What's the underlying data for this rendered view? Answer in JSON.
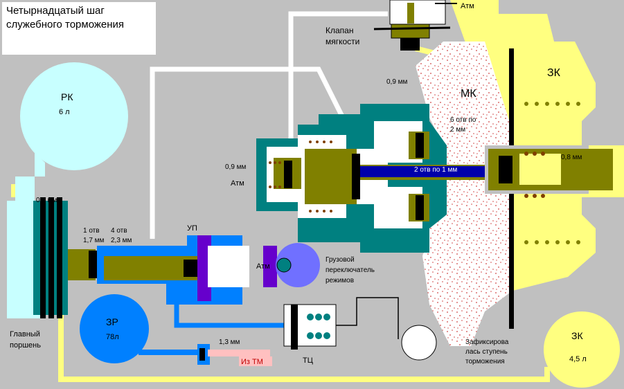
{
  "title": [
    "Четырнадцатый шаг",
    "служебного торможения"
  ],
  "colors": {
    "background": "#c0c0c0",
    "zk_chamber": "#ffff80",
    "mk_chamber": "#ffffff",
    "mk_speckle": "#d04040",
    "body": "#008080",
    "rod": "#808000",
    "supply": "#0080ff",
    "up_dark": "#6600cc",
    "rk": "#c8ffff",
    "tm_pipe": "#ffc0c0"
  },
  "labels": {
    "rk": "РК",
    "rk_volume": "6 л",
    "zr": "ЗР",
    "zr_volume": "78л",
    "zk_top": "ЗК",
    "zk_bottom": "ЗК",
    "zk_volume": "4,5 л",
    "mk": "МК",
    "up": "УП",
    "tc": "ТЦ",
    "main_piston": [
      "Главный",
      "поршень"
    ],
    "soft_valve": [
      "Клапан",
      "мягкости"
    ],
    "atm_top": "Атм",
    "atm_left": "Атм",
    "atm_up": "Атм",
    "from_tm": "Из ТМ",
    "mode_switch": [
      "Грузовой",
      "переключатель",
      "режимов"
    ],
    "fixed_step": [
      "Зафиксирова",
      "лась ступень",
      "торможения"
    ],
    "holes_6": [
      "6 отв по",
      "2 мм"
    ],
    "holes_2": "2 отв по 1 мм",
    "d09_top": "0,9 мм",
    "d09_left": "0,9 мм",
    "d08": "0,8 мм",
    "d05": "0,5 мм",
    "d13": "1,3 мм",
    "holes_1": [
      "1 отв",
      "1,7 мм"
    ],
    "holes_4": [
      "4 отв",
      "2,3 мм"
    ]
  }
}
